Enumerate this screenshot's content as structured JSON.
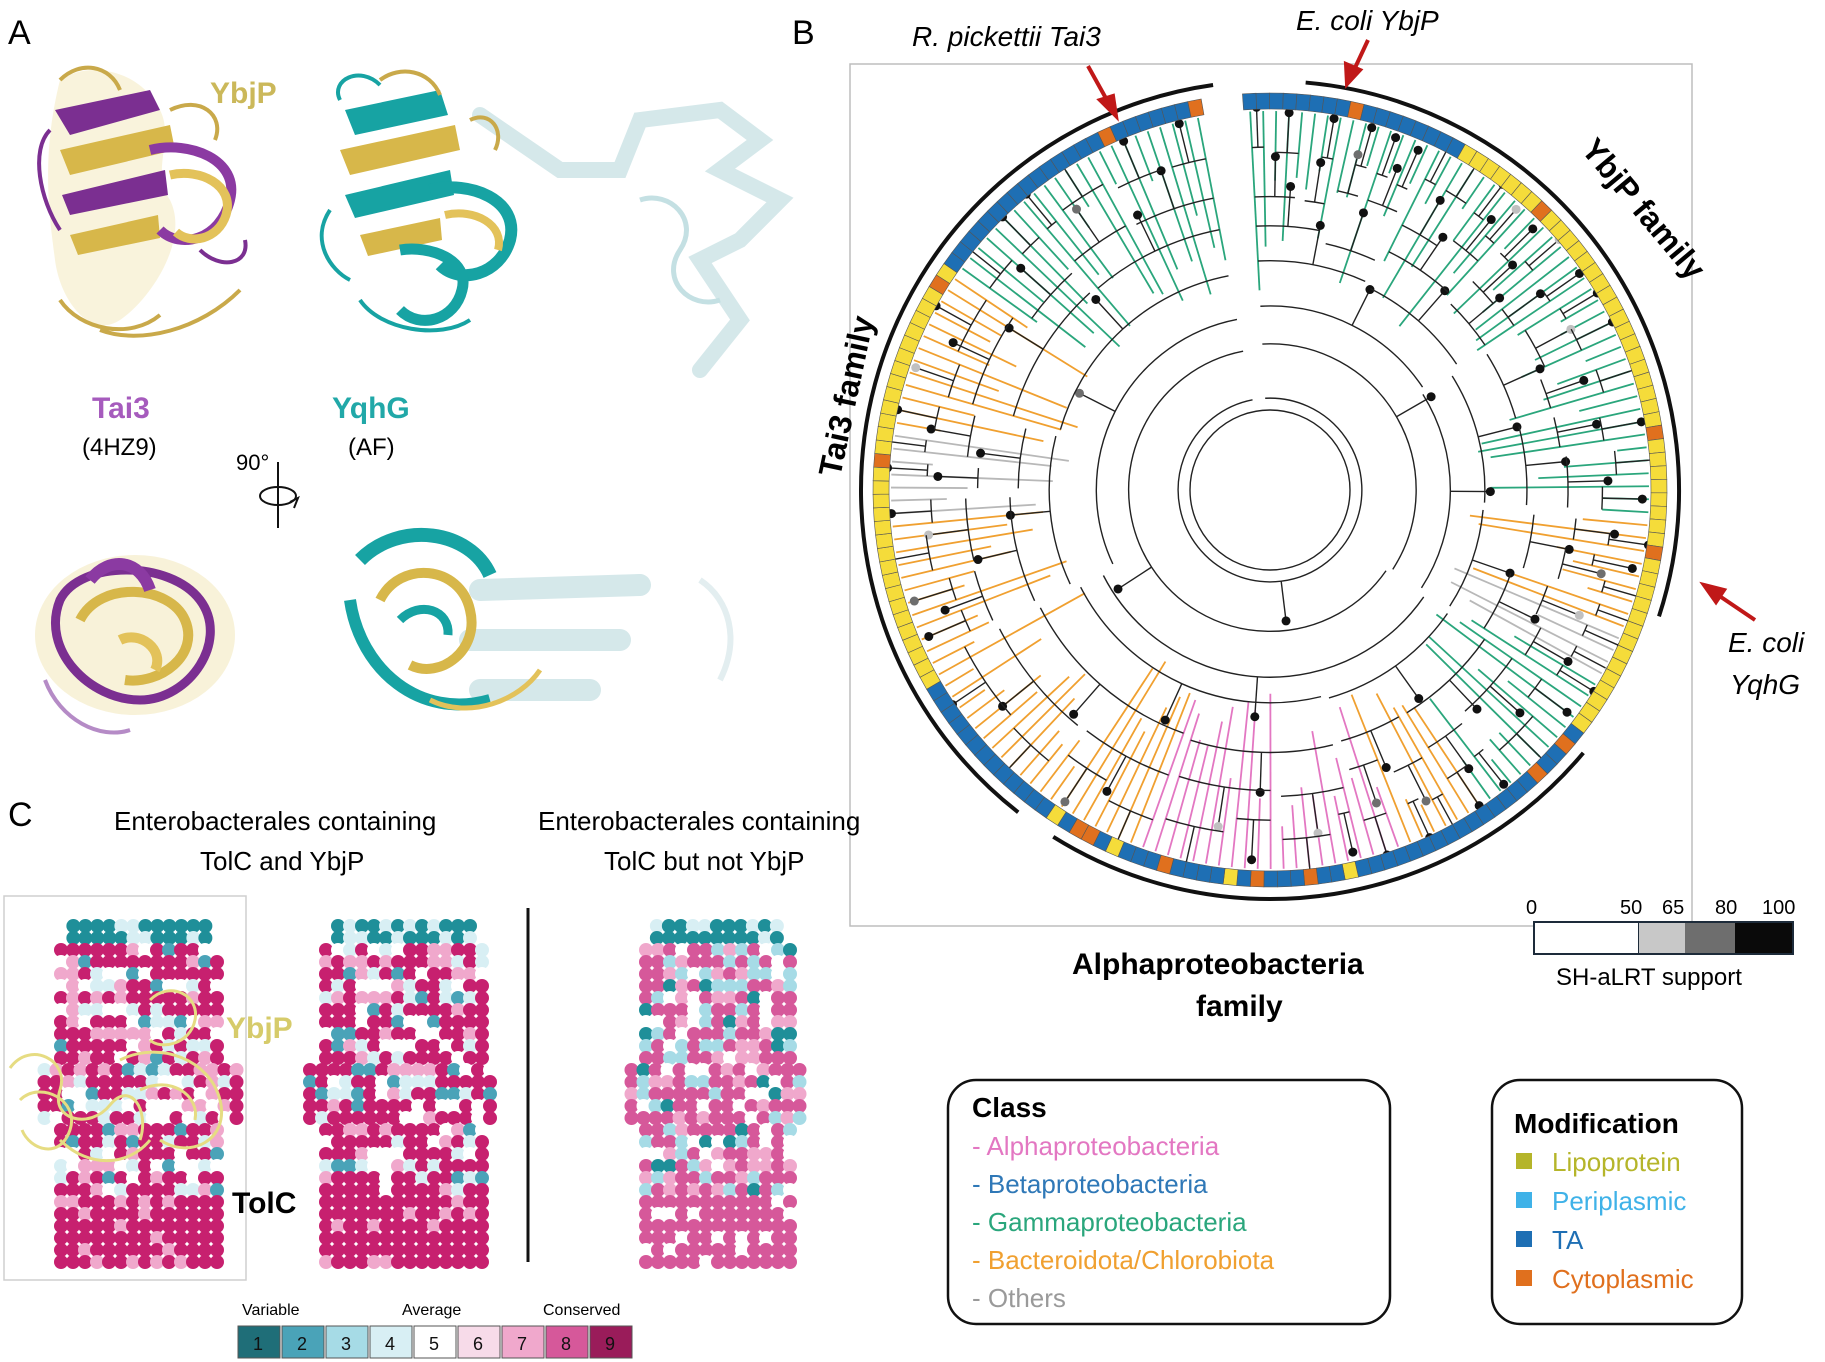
{
  "panels": {
    "a": {
      "letter": "A"
    },
    "b": {
      "letter": "B"
    },
    "c": {
      "letter": "C"
    }
  },
  "panel_a": {
    "ybjp_label": "YbjP",
    "tai3_label": "Tai3",
    "tai3_pdb": "(4HZ9)",
    "yqhg_label": "YqhG",
    "yqhg_source": "(AF)",
    "rotation_label": "90°"
  },
  "panel_b": {
    "callouts": {
      "tai3": "R. pickettii Tai3",
      "ybjp": "E. coli YbjP",
      "yqhg_1": "E. coli",
      "yqhg_2": "YqhG"
    },
    "families": {
      "ybjp": "YbjP family",
      "tai3": "Tai3 family",
      "alpha_1": "Alphaproteobacteria",
      "alpha_2": "family"
    },
    "support_scale": {
      "ticks": [
        "0",
        "50",
        "65",
        "80",
        "100"
      ],
      "label": "SH-aLRT support",
      "shades": [
        "#ffffff",
        "#c8c8c8",
        "#6e6e6e",
        "#0a0a0a"
      ]
    },
    "class_legend": {
      "title": "Class",
      "items": [
        {
          "label": "- Alphaproteobacteria",
          "color": "#e377c2"
        },
        {
          "label": "- Betaproteobacteria",
          "color": "#2f78b7"
        },
        {
          "label": "- Gammaproteobacteria",
          "color": "#2aa67c"
        },
        {
          "label": "- Bacteroidota/Chlorobiota",
          "color": "#f0a030"
        },
        {
          "label": "- Others",
          "color": "#9a9a9a"
        }
      ]
    },
    "modification_legend": {
      "title": "Modification",
      "items": [
        {
          "label": "Lipoprotein",
          "color": "#b5b52a"
        },
        {
          "label": "Periplasmic",
          "color": "#3fb2e8"
        },
        {
          "label": "TA",
          "color": "#1e6fb4"
        },
        {
          "label": "Cytoplasmic",
          "color": "#e0701e"
        }
      ]
    }
  },
  "panel_c": {
    "heading_left_1": "Enterobacterales containing",
    "heading_left_2": "TolC and YbjP",
    "heading_right_1": "Enterobacterales containing",
    "heading_right_2": "TolC but not YbjP",
    "ybjp_label": "YbjP",
    "tolc_label": "TolC",
    "scale": {
      "variable": "Variable",
      "average": "Average",
      "conserved": "Conserved",
      "bins": [
        "1",
        "2",
        "3",
        "4",
        "5",
        "6",
        "7",
        "8",
        "9"
      ],
      "colors": [
        "#1f6e78",
        "#4aa3b8",
        "#a6dbe6",
        "#d8eff4",
        "#ffffff",
        "#f7dbe9",
        "#f0a8cc",
        "#d6589a",
        "#9a1c5a"
      ]
    }
  }
}
